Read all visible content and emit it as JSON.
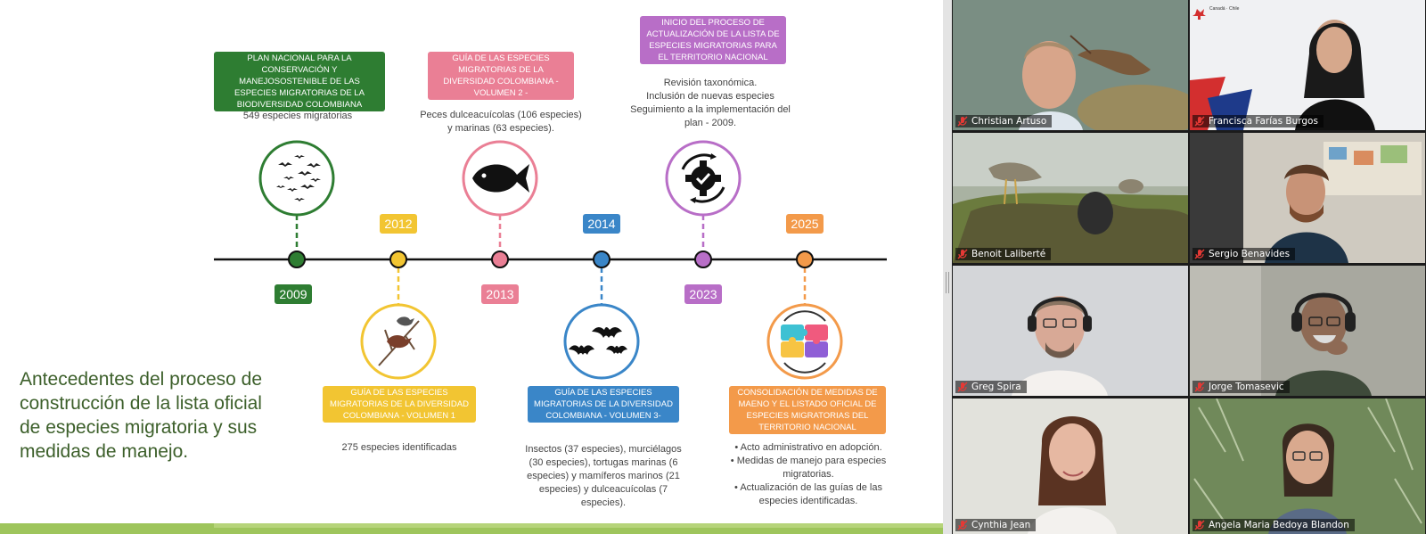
{
  "slide": {
    "side_title": "Antecedentes del proceso de construcción de la lista oficial de especies migratoria y sus medidas de manejo.",
    "timeline": [
      {
        "year": "2009",
        "color": "#2e7d32",
        "tag": "PLAN NACIONAL PARA LA CONSERVACIÓN Y MANEJOSOSTENIBLE DE LAS ESPECIES MIGRATORIAS DE LA BIODIVERSIDAD COLOMBIANA",
        "desc": "549 especies migratorias",
        "icon": "bird-flock-icon"
      },
      {
        "year": "2012",
        "color": "#f2c532",
        "tag": "GUÍA DE LAS ESPECIES MIGRATORIAS DE LA DIVERSIDAD COLOMBIANA - VOLUMEN 1",
        "desc": "275 especies identificadas",
        "icon": "bird-on-branch-icon"
      },
      {
        "year": "2013",
        "color": "#ea7f95",
        "tag": "GUÍA DE LAS ESPECIES MIGRATORIAS DE LA DIVERSIDAD COLOMBIANA - VOLUMEN 2 -",
        "desc": "Peces dulceacuícolas (106 especies) y marinas (63 especies).",
        "icon": "fish-icon"
      },
      {
        "year": "2014",
        "color": "#3a86c8",
        "tag": "GUÍA DE LAS ESPECIES MIGRATORIAS DE LA DIVERSIDAD COLOMBIANA - VOLUMEN 3-",
        "desc": "Insectos (37 especies), murciélagos (30 especies), tortugas marinas (6 especies) y mamíferos marinos (21 especies) y dulceacuícolas (7 especies).",
        "icon": "bats-icon"
      },
      {
        "year": "2023",
        "color": "#b86ec7",
        "tag": "INICIO DEL PROCESO DE ACTUALIZACIÓN DE LA LISTA DE ESPECIES MIGRATORIAS PARA EL TERRITORIO NACIONAL",
        "desc_lines": [
          "Revisión taxonómica.",
          "Inclusión de nuevas especies",
          "Seguimiento a la implementación del",
          "plan - 2009."
        ],
        "icon": "gear-check-icon"
      },
      {
        "year": "2025",
        "color": "#f39a4a",
        "tag": "CONSOLIDACIÓN DE MEDIDAS DE MAENO Y EL LISTADO OFICIAL DE ESPECIES MIGRATORIAS DEL TERRITORIO NACIONAL",
        "desc_items": [
          "Acto administrativo en adopción.",
          "Medidas de manejo para especies migratorias.",
          "Actualización de las guías de las especies identificadas."
        ],
        "icon": "puzzle-icon"
      }
    ]
  },
  "participants": [
    {
      "name": "Christian Artuso",
      "bg": "#7d8f86"
    },
    {
      "name": "Francisca Farías Burgos",
      "bg": "#e9ecef"
    },
    {
      "name": "Benoit Laliberté",
      "bg": "#7c8a6a"
    },
    {
      "name": "Sergio Benavides",
      "bg": "#b9b5ac"
    },
    {
      "name": "Greg Spira",
      "bg": "#c7c9cc"
    },
    {
      "name": "Jorge Tomasevic",
      "bg": "#9c9b93"
    },
    {
      "name": "Cynthia Jean",
      "bg": "#dcdcd6"
    },
    {
      "name": "Angela Maria Bedoya Blandon",
      "bg": "#6f8a58"
    }
  ],
  "logo_text": "Canadá · Chile"
}
